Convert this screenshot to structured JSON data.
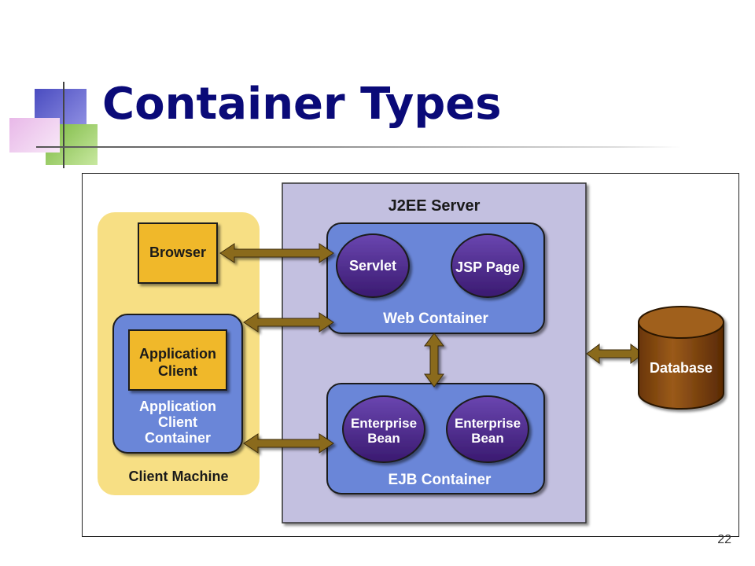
{
  "slide": {
    "title": "Container Types",
    "page_number": "22"
  },
  "diagram": {
    "server_label": "J2EE Server",
    "client_machine_label": "Client Machine",
    "browser_label": "Browser",
    "app_client_label_line1": "Application",
    "app_client_label_line2": "Client",
    "app_client_container_line1": "Application",
    "app_client_container_line2": "Client",
    "app_client_container_line3": "Container",
    "web_container_label": "Web Container",
    "servlet_label": "Servlet",
    "jsp_label": "JSP Page",
    "ejb_container_label": "EJB Container",
    "bean1_line1": "Enterprise",
    "bean1_line2": "Bean",
    "bean2_line1": "Enterprise",
    "bean2_line2": "Bean",
    "database_label": "Database"
  },
  "colors": {
    "title": "#0a0a78",
    "server_bg": "#c3c0e0",
    "client_machine_bg": "#f7df84",
    "container_blue": "#6a86d8",
    "oval_purple": "#4a2a8a",
    "box_yellow": "#f0b82a",
    "arrow_brown": "#8a6a1e",
    "database_brown": "#7a4410"
  }
}
